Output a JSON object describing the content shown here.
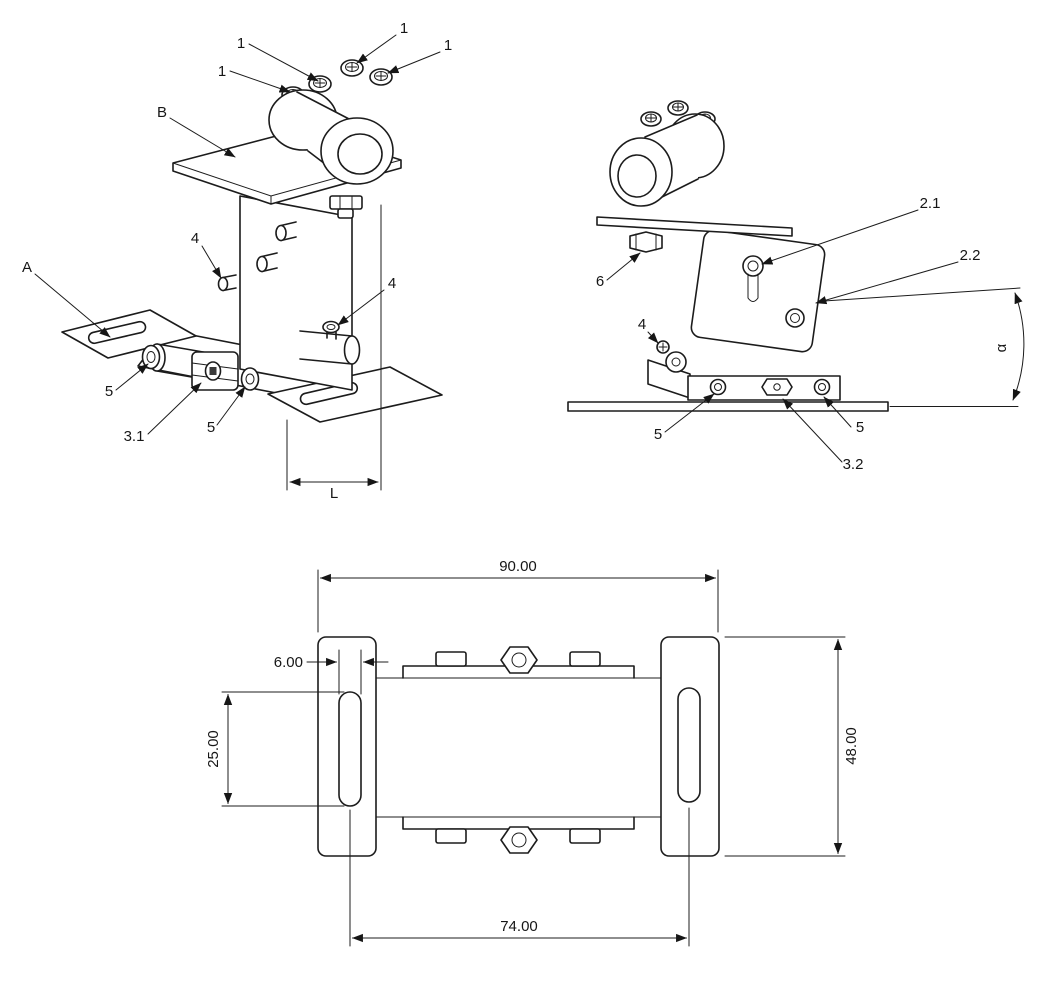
{
  "drawing": {
    "background": "#ffffff",
    "line_color": "#1c1c1c"
  },
  "iso_view": {
    "callouts": {
      "c1a": "1",
      "c1b": "1",
      "c1c": "1",
      "c1d": "1",
      "cB": "B",
      "c4a": "4",
      "cA": "A",
      "c5a": "5",
      "c31": "3.1",
      "c5b": "5",
      "c4b": "4"
    },
    "dim_length": "L"
  },
  "side_view": {
    "callouts": {
      "c21": "2.1",
      "c22": "2.2",
      "c6": "6",
      "c4": "4",
      "c5l": "5",
      "c5r": "5",
      "c32": "3.2"
    },
    "dim_angle": "α"
  },
  "plan_view": {
    "dims": {
      "overall_width": "90.00",
      "slot_width": "6.00",
      "slot_length": "25.00",
      "overall_depth": "48.00",
      "slot_spacing": "74.00"
    }
  }
}
